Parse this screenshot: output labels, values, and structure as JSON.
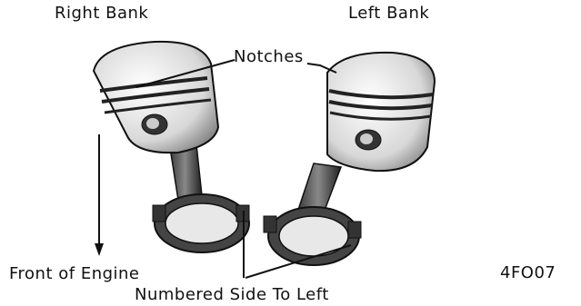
{
  "labels": {
    "right_bank": "Right Bank",
    "left_bank": "Left Bank",
    "notches": "Notches",
    "front_of_engine": "Front of Engine",
    "numbered_side": "Numbered Side To Left",
    "figure_code": "4FO07"
  },
  "colors": {
    "ink": "#111111",
    "piston_light": "#f2f2f2",
    "piston_mid": "#bdbdbd",
    "shadow": "#555555"
  }
}
